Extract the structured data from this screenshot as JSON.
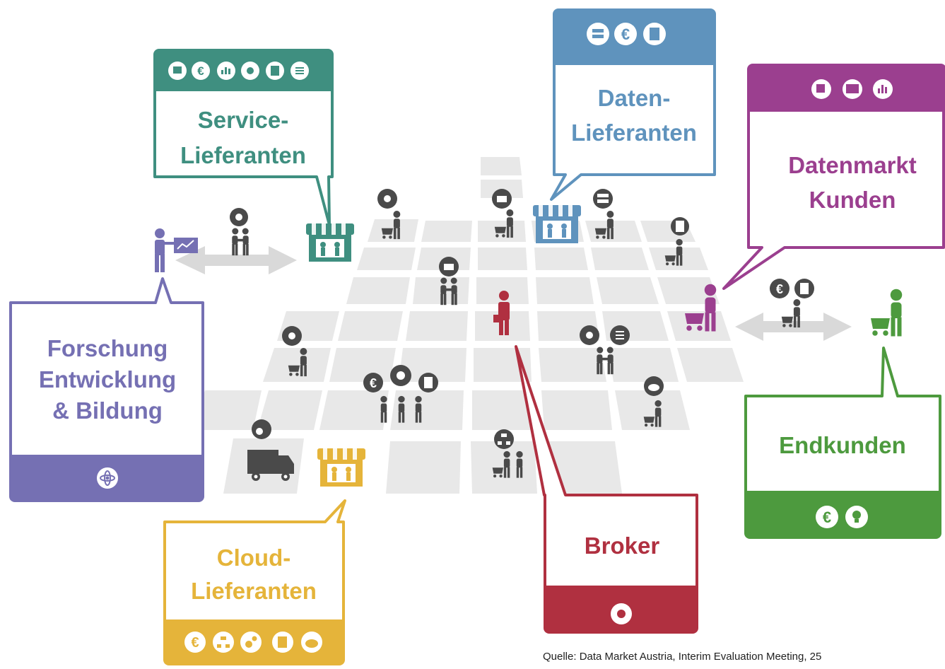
{
  "colors": {
    "service": "#3f8f80",
    "data": "#5f93bd",
    "market": "#9b3f8f",
    "research": "#7570b3",
    "cloud": "#e5b43a",
    "broker": "#b03040",
    "enduser": "#4d9a3e",
    "grey_icon": "#4a4a4a",
    "tile": "#e8e8e8"
  },
  "actors": {
    "service": {
      "line1": "Service-",
      "line2": "Lieferanten",
      "icons": [
        "document-icon",
        "euro-icon",
        "bar-chart-icon",
        "network-icon",
        "tablet-icon",
        "list-icon"
      ]
    },
    "data": {
      "line1": "Daten-",
      "line2": "Lieferanten",
      "icons": [
        "server-icon",
        "euro-icon",
        "tablet-icon"
      ]
    },
    "market": {
      "line1": "Datenmarkt",
      "line2": "Kunden",
      "icons": [
        "image-document-icon",
        "code-window-icon",
        "bar-chart-icon"
      ]
    },
    "research": {
      "line1": "Forschung",
      "line2": "Entwicklung",
      "line3": "& Bildung",
      "icons": [
        "atom-icon"
      ]
    },
    "cloud": {
      "line1": "Cloud-",
      "line2": "Lieferanten",
      "icons": [
        "euro-icon",
        "hierarchy-icon",
        "gears-icon",
        "tablet-icon",
        "cloud-upload-icon"
      ]
    },
    "broker": {
      "line1": "Broker",
      "icons": [
        "network-icon"
      ]
    },
    "enduser": {
      "line1": "Endkunden",
      "icons": [
        "euro-icon",
        "lightbulb-icon"
      ]
    }
  },
  "source_note": "Quelle: Data Market Austria, Interim Evaluation Meeting, 25"
}
